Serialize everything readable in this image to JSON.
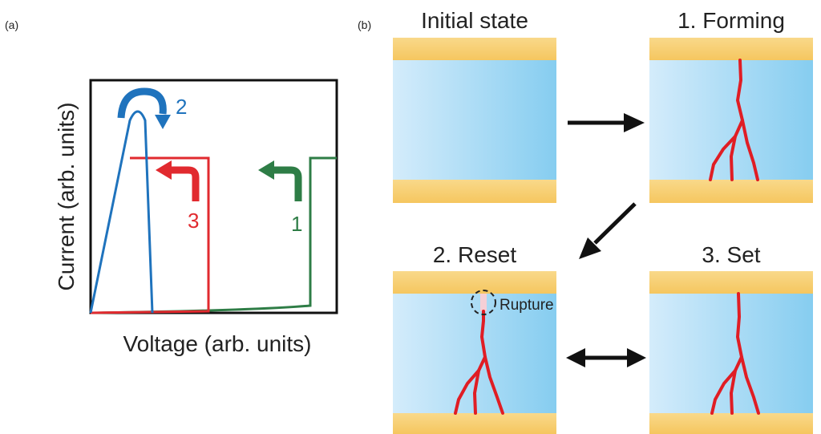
{
  "panel_a": {
    "label": "(a)",
    "x_axis_label": "Voltage (arb. units)",
    "y_axis_label": "Current (arb. units)",
    "curve_labels": {
      "green": "1",
      "blue": "2",
      "red": "3"
    },
    "colors": {
      "green": "#2e7d46",
      "blue": "#1f73bd",
      "red": "#e12a2f"
    }
  },
  "panel_b": {
    "label": "(b)",
    "states": {
      "initial": "Initial state",
      "forming": "1. Forming",
      "reset": "2. Reset",
      "set": "3. Set"
    },
    "rupture_label": "Rupture",
    "colors": {
      "electrode": "#f7cf73",
      "oxide_light": "#d4ecfb",
      "oxide_dark": "#86cdf0",
      "filament": "#e01d24",
      "arrow": "#111111"
    }
  }
}
